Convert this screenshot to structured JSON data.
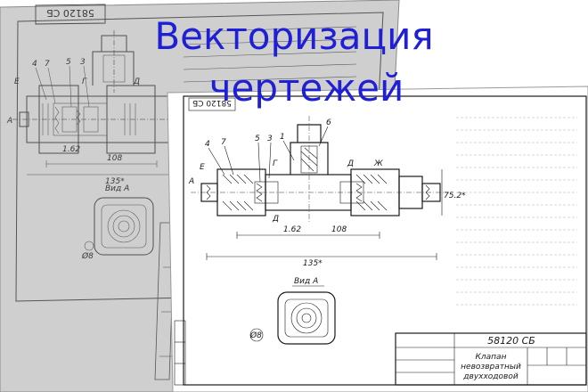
{
  "title": {
    "line1": "Векторизация",
    "line2": "чертежей"
  },
  "front_sheet": {
    "doc_number": "58120 СБ",
    "doc_number_rotated": "58120 СБ",
    "part_name_1": "Клапан",
    "part_name_2": "невозвратный",
    "part_name_3": "двухходовой",
    "view_label": "Вид А",
    "port_left": "А",
    "port_e": "Е",
    "port_g": "Г",
    "port_d_left": "Д",
    "port_d_right": "Д",
    "port_ring_right": "Ж",
    "callouts": [
      "1",
      "3",
      "4",
      "5",
      "6",
      "7"
    ],
    "dim_length": "108",
    "dim_overall": "135*",
    "dim_small": "1.62",
    "dim_height": "75.2*",
    "dim_view_circle": "Ø8"
  },
  "back_sheet": {
    "doc_number": "58120 СБ",
    "view_label": "Вид А",
    "port_left": "А",
    "port_e": "Е",
    "port_g": "Г",
    "port_d": "Д",
    "callouts": [
      "4",
      "7",
      "5",
      "3"
    ],
    "dim_length": "108",
    "dim_overall": "135*",
    "dim_small": "1.62",
    "dim_view_circle": "Ø8"
  }
}
